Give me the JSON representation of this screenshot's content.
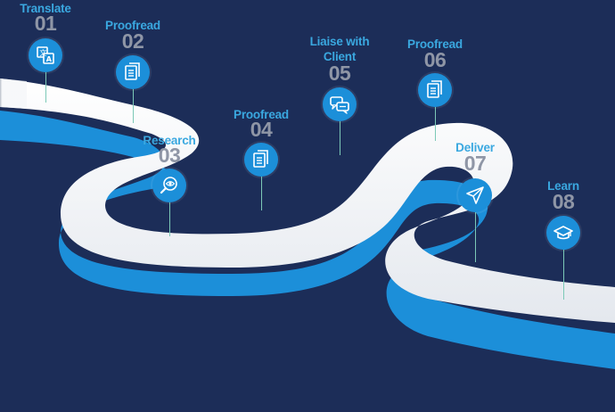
{
  "steps": [
    {
      "number": "01",
      "label": "Translate",
      "icon": "translate-icon"
    },
    {
      "number": "02",
      "label": "Proofread",
      "icon": "document-icon"
    },
    {
      "number": "03",
      "label": "Research",
      "icon": "eye-search-icon"
    },
    {
      "number": "04",
      "label": "Proofread",
      "icon": "document-icon"
    },
    {
      "number": "05",
      "label": "Liaise with Client",
      "icon": "chat-icon"
    },
    {
      "number": "06",
      "label": "Proofread",
      "icon": "document-icon"
    },
    {
      "number": "07",
      "label": "Deliver",
      "icon": "paper-plane-icon"
    },
    {
      "number": "08",
      "label": "Learn",
      "icon": "graduation-cap-icon"
    }
  ],
  "colors": {
    "background": "#1c2d58",
    "road_top": "#f4f6f8",
    "road_side": "#1c8fd9",
    "label": "#3aa8e0",
    "number": "#8f96a6",
    "stem": "#7cc9b7"
  }
}
